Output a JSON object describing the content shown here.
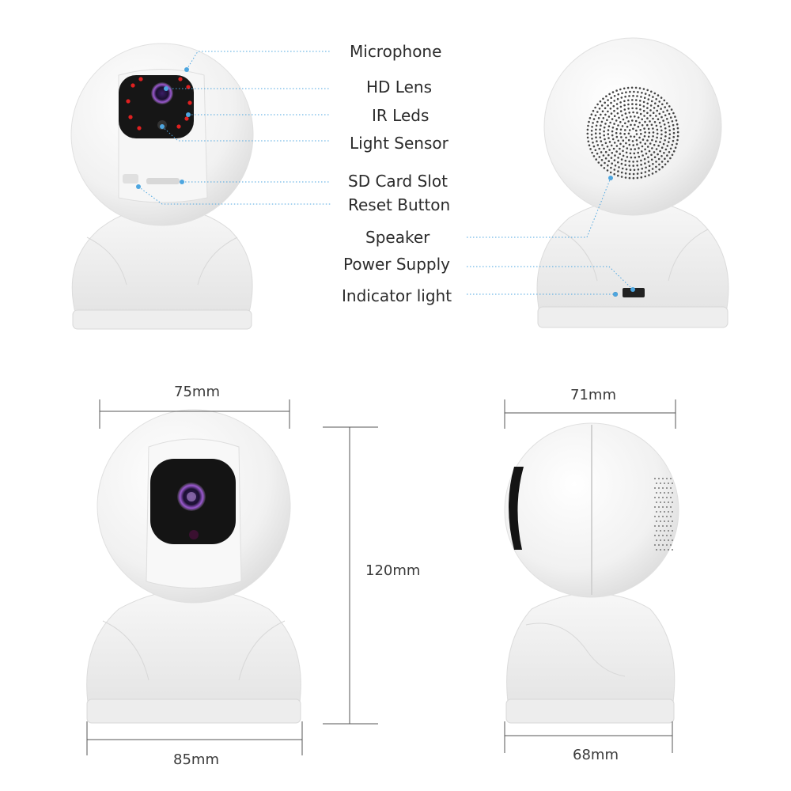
{
  "labels": {
    "microphone": "Microphone",
    "hd_lens": "HD Lens",
    "ir_leds": "IR Leds",
    "light_sensor": "Light Sensor",
    "sd_card_slot": "SD Card Slot",
    "reset_button": "Reset Button",
    "speaker": "Speaker",
    "power_supply": "Power Supply",
    "indicator_light": "Indicator light"
  },
  "dimensions": {
    "front_top_width": "75mm",
    "front_base_width": "85mm",
    "height": "120mm",
    "side_top_width": "71mm",
    "side_base_width": "68mm"
  },
  "colors": {
    "callout_line": "#4da6e0",
    "ir_led": "#e02020",
    "lens_ring": "#9b59d0",
    "shell": "#f4f4f4"
  },
  "icons": [
    "camera-front-view",
    "camera-back-view",
    "camera-front-dimension-view",
    "camera-side-view"
  ]
}
